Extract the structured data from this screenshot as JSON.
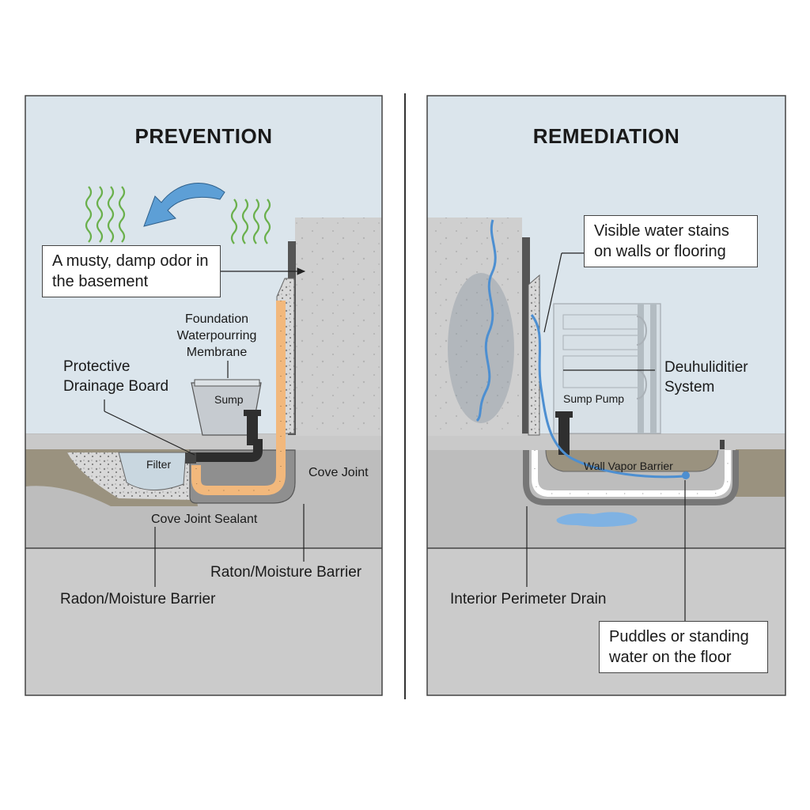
{
  "panels": {
    "left": {
      "title": "PREVENTION",
      "labels": {
        "musty_odor": "A musty, damp odor in the basement",
        "membrane": "Foundation Waterpourring Membrane",
        "drainage_board": "Protective Drainage Board",
        "sump": "Sump",
        "filter": "Filter",
        "cove_joint": "Cove Joint",
        "cove_joint_sealant": "Cove Joint Sealant",
        "raton_barrier": "Raton/Moisture Barrier",
        "radon_barrier": "Radon/Moisture Barrier"
      }
    },
    "right": {
      "title": "REMEDIATION",
      "labels": {
        "water_stains": "Visible water stains on walls or flooring",
        "dehumidifier": "Deuhuliditier System",
        "sump_pump": "Sump Pump",
        "vapor_barrier": "Wall Vapor Barrier",
        "perimeter_drain": "Interior Perimeter Drain",
        "puddles": "Puddles or standing water on the floor"
      }
    }
  },
  "colors": {
    "sky": "#dbe5ec",
    "concrete": "#c4c4c4",
    "wall": "#cfcfcf",
    "soil": "#9a927f",
    "membrane": "#f2b87c",
    "water": "#4d8fd1",
    "odor": "#6ab04c"
  }
}
